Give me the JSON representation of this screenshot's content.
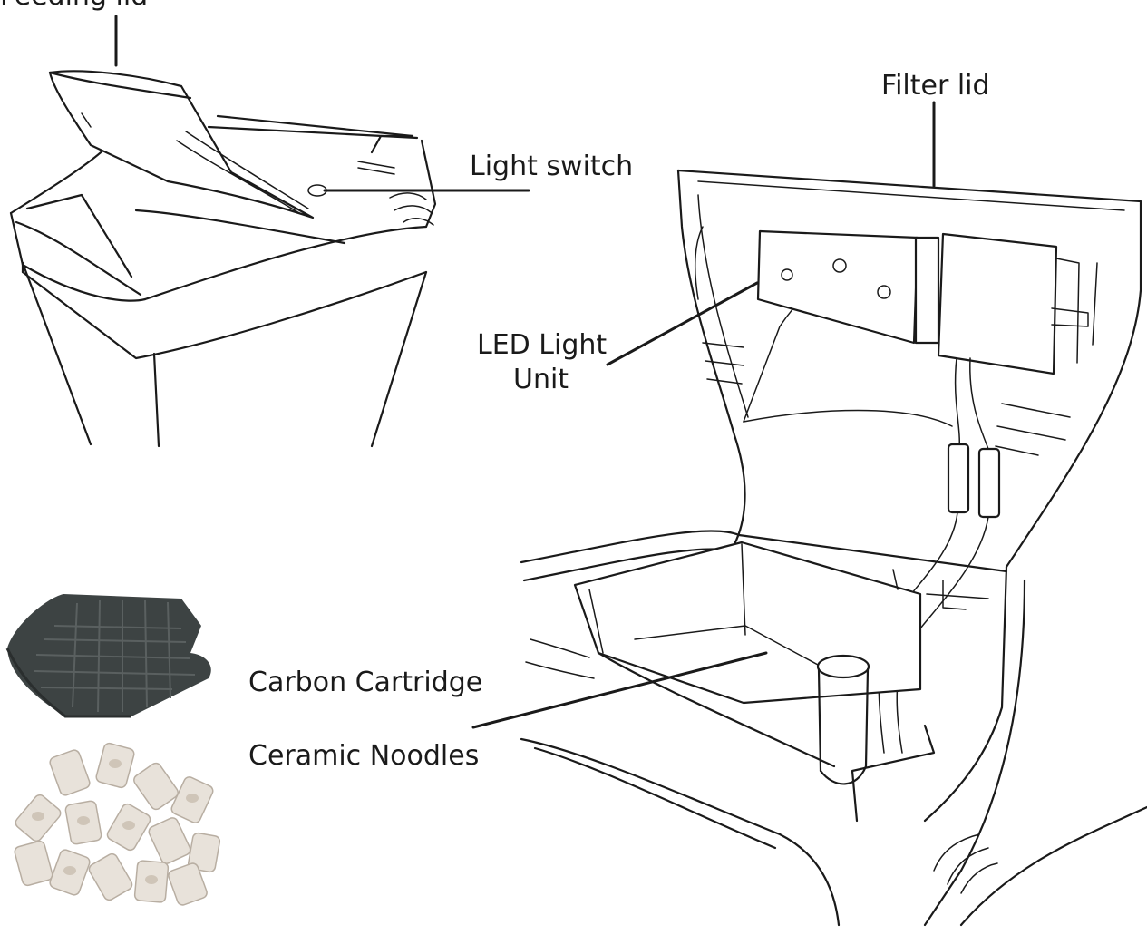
{
  "labels": {
    "top_partial": "Feeding lid",
    "filter_lid": "Filter lid",
    "light_switch": "Light switch",
    "led_line1": "LED Light",
    "led_line2": "Unit",
    "carbon": "Carbon Cartridge",
    "ceramic": "Ceramic Noodles"
  },
  "icons": [
    "aquarium-closed-sketch",
    "filter-open-sketch",
    "carbon-cartridge-photo",
    "ceramic-noodles-photo"
  ],
  "colors": {
    "ink": "#1a1a1a",
    "carbon": "#3d4343",
    "ceramic": "#e8e2da"
  }
}
